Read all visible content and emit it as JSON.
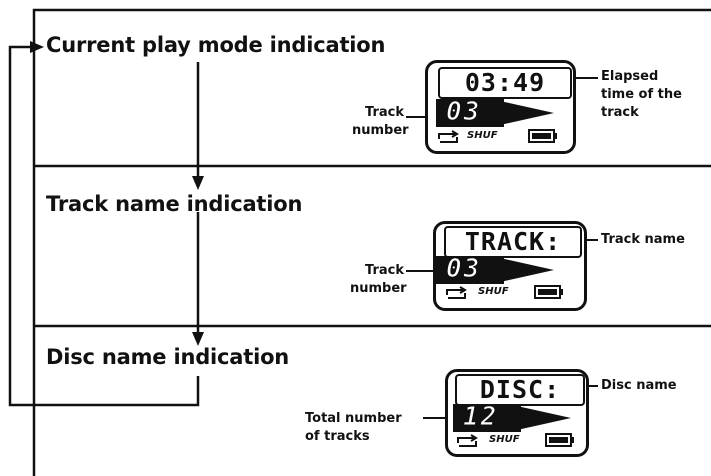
{
  "sections": [
    {
      "heading": "Current play mode indication",
      "display_top": "03:49",
      "display_number": "03",
      "left_label": "Track\nnumber",
      "right_label": "Elapsed\ntime of the\ntrack",
      "status": "SHUF"
    },
    {
      "heading": "Track name indication",
      "display_top": "TRACK:",
      "display_number": "03",
      "left_label": "Track\nnumber",
      "right_label": "Track name",
      "status": "SHUF"
    },
    {
      "heading": "Disc name indication",
      "display_top": "DISC:",
      "display_number": "12",
      "left_label": "Total number\nof tracks",
      "right_label": "Disc name",
      "status": "SHUF"
    }
  ],
  "icons": [
    "repeat-icon",
    "play-arrow-icon",
    "battery-icon"
  ]
}
